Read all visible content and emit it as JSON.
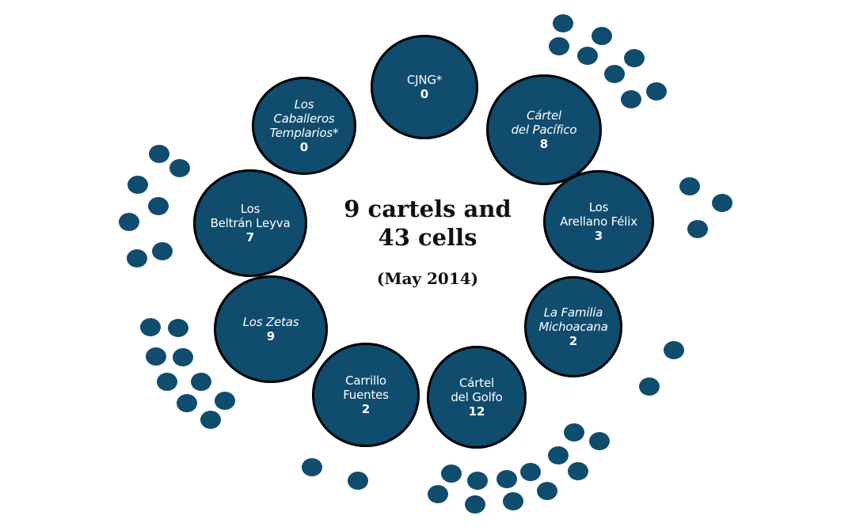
{
  "title_line1": "9 cartels and",
  "title_line2": "43 cells",
  "date": "(May 2014)",
  "colors": {
    "cartel_fill": "#0f4c6e",
    "outline": "#000000",
    "text": "#ffffff"
  },
  "cartels": [
    {
      "name": "CJNG*",
      "cells": "0",
      "italic": false
    },
    {
      "name": "Cártel\ndel Pacífico",
      "cells": "8",
      "italic": true
    },
    {
      "name": "Los\nArellano Félix",
      "cells": "3",
      "italic": false
    },
    {
      "name": "La Familia\nMichoacana",
      "cells": "2",
      "italic": true
    },
    {
      "name": "Cártel\ndel Golfo",
      "cells": "12",
      "italic": false
    },
    {
      "name": "Carrillo\nFuentes",
      "cells": "2",
      "italic": false
    },
    {
      "name": "Los Zetas",
      "cells": "9",
      "italic": true
    },
    {
      "name": "Los\nBeltrán Leyva",
      "cells": "7",
      "italic": false
    },
    {
      "name": "Los\nCaballeros\nTemplarios*",
      "cells": "0",
      "italic": true
    }
  ]
}
